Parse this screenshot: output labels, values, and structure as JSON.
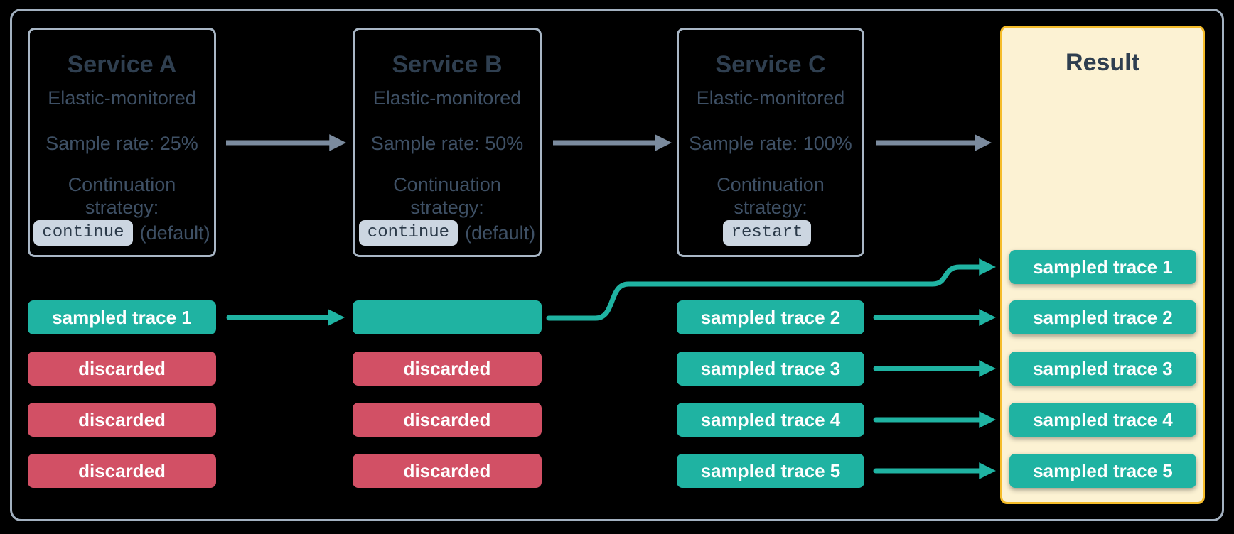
{
  "colors": {
    "teal": "#1fb3a2",
    "red": "#d25065",
    "result-fill": "#fcf2d3",
    "result-border": "#f5bc29",
    "card-border": "#a9b7c6",
    "outer-border": "#a3b1c0",
    "title-text": "#2f3f50",
    "body-text": "#3e5065",
    "pill-bg": "#ccd6e1",
    "pill-text": "#2b3a49",
    "arrow-gray": "#7b8b9e",
    "row-text": "#ffffff"
  },
  "services": [
    {
      "title": "Service A",
      "monitored": "Elastic-monitored",
      "sample_rate": "Sample rate: 25%",
      "strategy_label": "Continuation strategy:",
      "strategy_value": "continue",
      "strategy_suffix": "(default)"
    },
    {
      "title": "Service B",
      "monitored": "Elastic-monitored",
      "sample_rate": "Sample rate: 50%",
      "strategy_label": "Continuation strategy:",
      "strategy_value": "continue",
      "strategy_suffix": "(default)"
    },
    {
      "title": "Service C",
      "monitored": "Elastic-monitored",
      "sample_rate": "Sample rate: 100%",
      "strategy_label": "Continuation strategy:",
      "strategy_value": "restart",
      "strategy_suffix": ""
    }
  ],
  "columns": {
    "a_rows": [
      {
        "label": "sampled trace 1",
        "type": "sampled"
      },
      {
        "label": "discarded",
        "type": "discarded"
      },
      {
        "label": "discarded",
        "type": "discarded"
      },
      {
        "label": "discarded",
        "type": "discarded"
      }
    ],
    "b_rows": [
      {
        "label": "",
        "type": "sampled"
      },
      {
        "label": "discarded",
        "type": "discarded"
      },
      {
        "label": "discarded",
        "type": "discarded"
      },
      {
        "label": "discarded",
        "type": "discarded"
      }
    ],
    "c_rows": [
      {
        "label": "sampled trace 2",
        "type": "sampled"
      },
      {
        "label": "sampled trace 3",
        "type": "sampled"
      },
      {
        "label": "sampled trace 4",
        "type": "sampled"
      },
      {
        "label": "sampled trace 5",
        "type": "sampled"
      }
    ]
  },
  "result": {
    "title": "Result",
    "rows": [
      "sampled trace 1",
      "sampled trace 2",
      "sampled trace 3",
      "sampled trace 4",
      "sampled trace 5"
    ]
  }
}
